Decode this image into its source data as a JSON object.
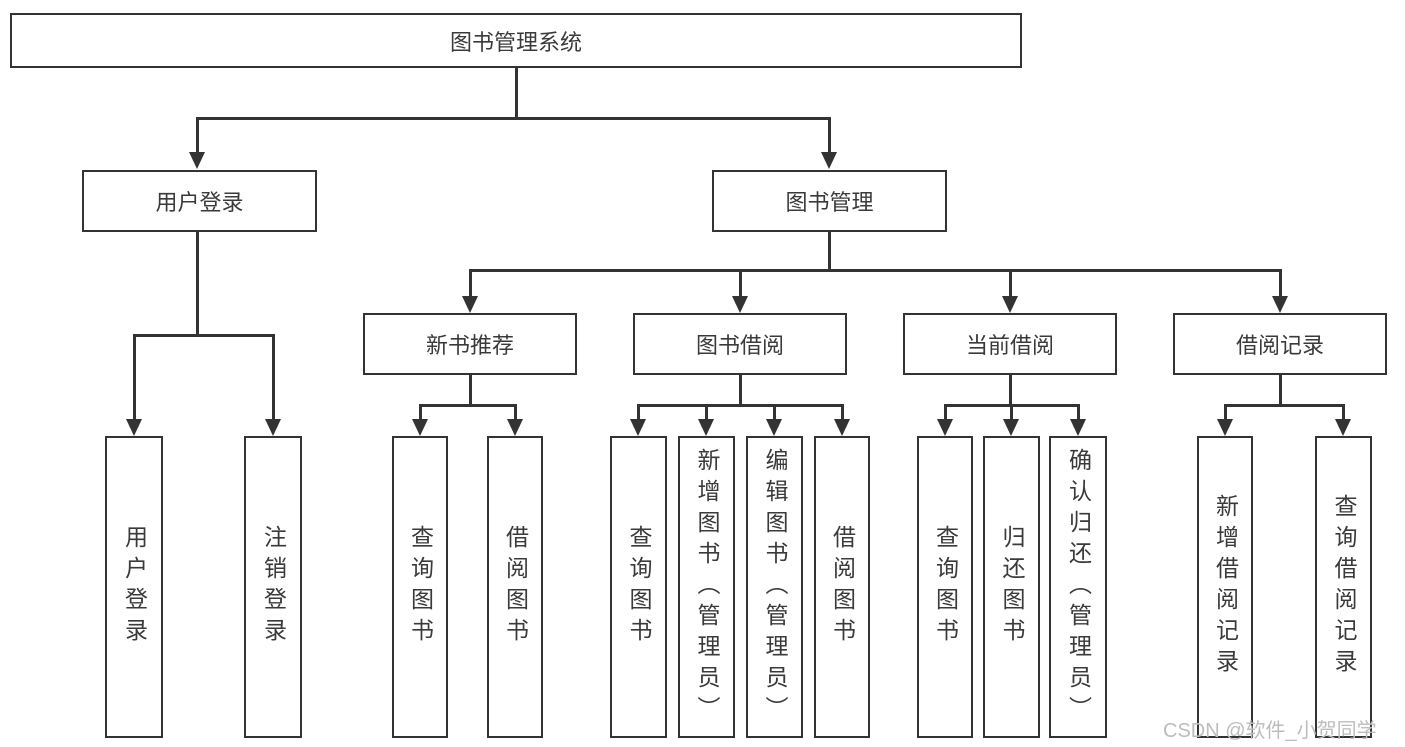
{
  "tree": {
    "root": {
      "label": "图书管理系统"
    },
    "user_login": {
      "label": "用户登录",
      "children": [
        {
          "label": "用户登录"
        },
        {
          "label": "注销登录"
        }
      ]
    },
    "book_management": {
      "label": "图书管理"
    },
    "new_book": {
      "label": "新书推荐",
      "children": [
        {
          "label": "查询图书"
        },
        {
          "label": "借阅图书"
        }
      ]
    },
    "borrow": {
      "label": "图书借阅",
      "children": [
        {
          "label": "查询图书"
        },
        {
          "label": "新增图书（管理员）"
        },
        {
          "label": "编辑图书（管理员）"
        },
        {
          "label": "借阅图书"
        }
      ]
    },
    "current": {
      "label": "当前借阅",
      "children": [
        {
          "label": "查询图书"
        },
        {
          "label": "归还图书"
        },
        {
          "label": "确认归还（管理员）"
        }
      ]
    },
    "records": {
      "label": "借阅记录",
      "children": [
        {
          "label": "新增借阅记录"
        },
        {
          "label": "查询借阅记录"
        }
      ]
    }
  },
  "watermark": "CSDN @软件_小贺同学",
  "colors": {
    "line": "#333333",
    "text": "#3a3a3a",
    "watermark": "#bdbdbd",
    "background": "#ffffff"
  }
}
